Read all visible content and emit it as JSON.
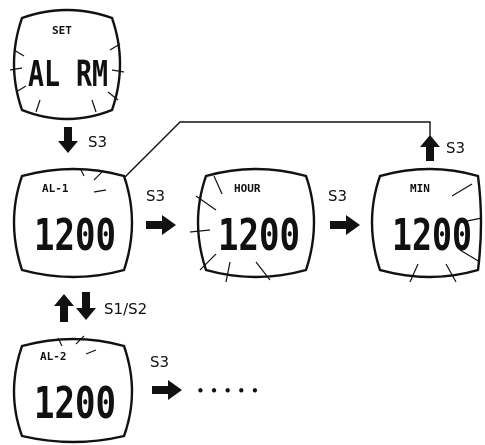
{
  "screens": {
    "set_alarm": {
      "top": "SET",
      "main": "AL RM"
    },
    "alarm1": {
      "top": "AL-1",
      "main": "1200"
    },
    "hour": {
      "top": "HOUR",
      "main": "1200"
    },
    "min": {
      "top": "MIN",
      "main": "1200"
    },
    "alarm2": {
      "top": "AL-2",
      "main": "1200"
    }
  },
  "labels": {
    "down_arrow": "S3",
    "right_1": "S3",
    "right_2": "S3",
    "up_right": "S3",
    "updown": "S1/S2",
    "right_bottom": "S3"
  },
  "continuation": "• • • • •"
}
